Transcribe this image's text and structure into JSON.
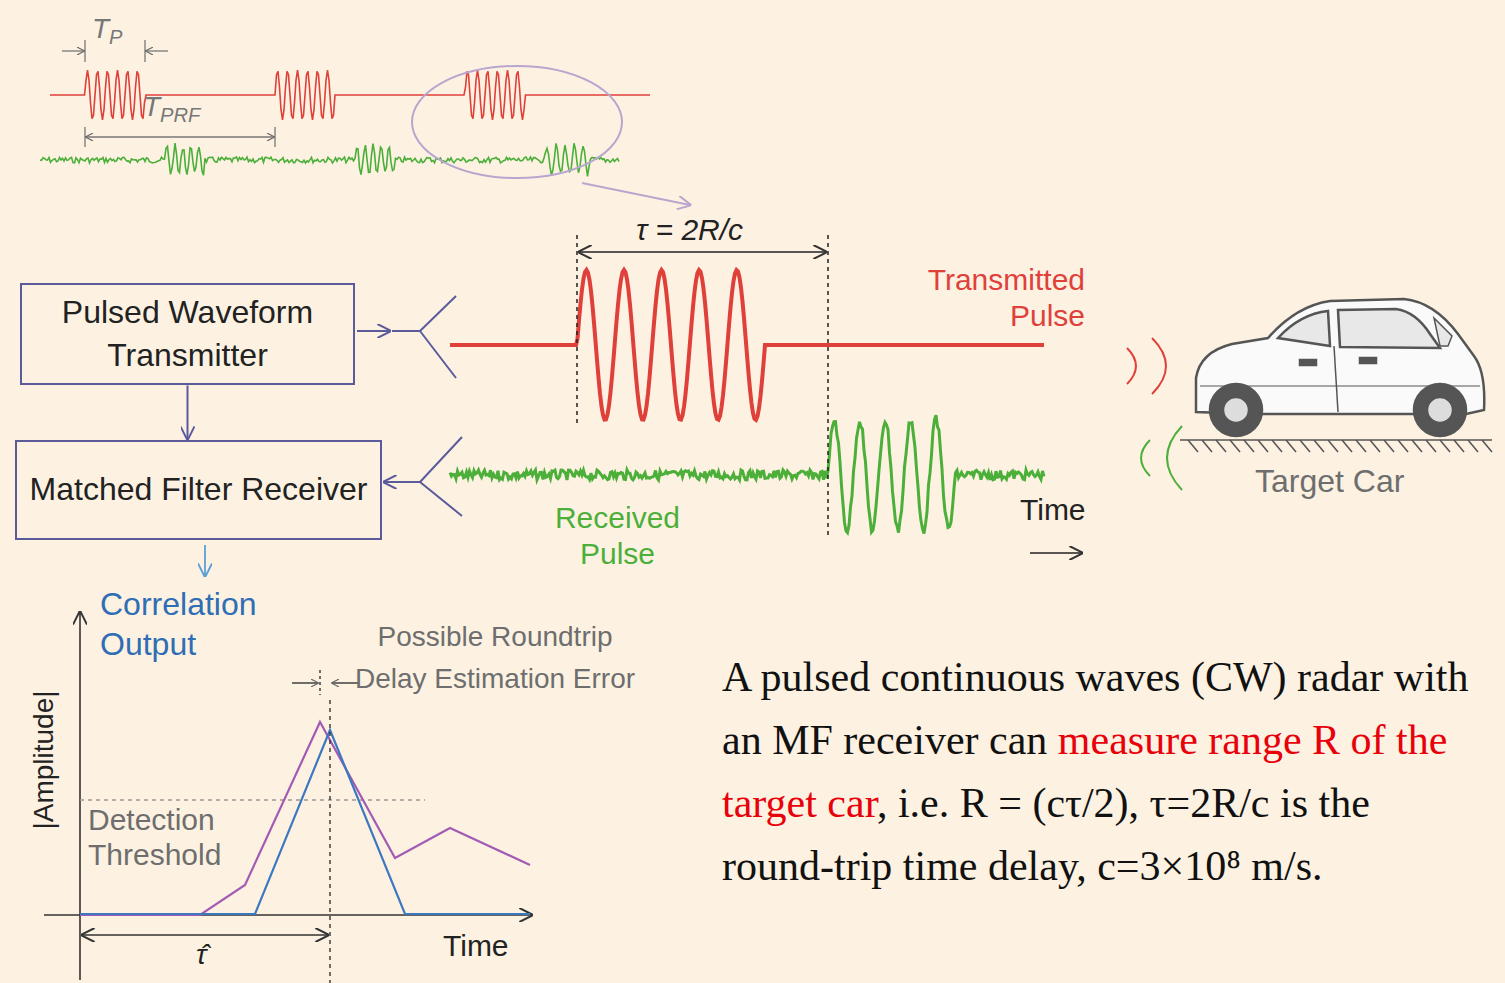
{
  "diagram": {
    "nodes": [
      {
        "text": [
          "Pulsed Waveform Transmitter"
        ]
      },
      {
        "text": [
          "Matched Filter Receiver"
        ]
      }
    ],
    "edges": [
      {
        "from": 0,
        "to": 1,
        "arrow": "to"
      }
    ],
    "labels": [
      "TP",
      "TPRF",
      "τ = 2R/c",
      "Transmitted Pulse",
      "Received Pulse",
      "Time",
      "Target Car",
      "Correlation Output",
      "Possible Roundtrip Delay Estimation Error",
      "|Amplitude|",
      "Detection Threshold",
      "Time",
      "τ̂",
      "A pulsed continuous waves (CW) radar with an MF receiver can",
      "measure range R of the target car",
      ", i.e. R = (cτ/2), τ=2R/c is the round-trip time delay, c=3×10⁸ m/s."
    ]
  }
}
